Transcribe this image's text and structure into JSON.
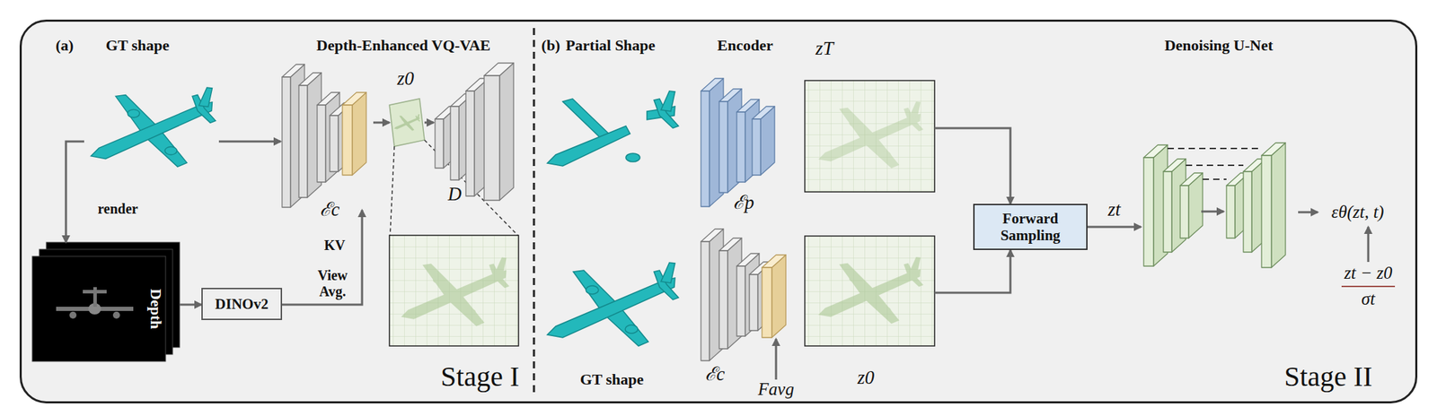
{
  "diagram": {
    "nodes": [
      {
        "text": [
          "GT shape"
        ]
      },
      {
        "text": [
          "ℰc"
        ]
      },
      {
        "text": [
          "z0"
        ]
      },
      {
        "text": [
          "D"
        ]
      },
      {
        "text": [
          "Depth"
        ]
      },
      {
        "text": [
          "DINOv2"
        ]
      },
      {
        "text": [
          "Partial Shape"
        ]
      },
      {
        "text": [
          "Encoder",
          "ℰp"
        ]
      },
      {
        "text": [
          "zT"
        ]
      },
      {
        "text": [
          "GT shape"
        ]
      },
      {
        "text": [
          "ℰc"
        ]
      },
      {
        "text": [
          "z0"
        ]
      },
      {
        "text": [
          "Forward Sampling"
        ]
      },
      {
        "text": [
          "Denoising U-Net"
        ]
      }
    ],
    "edges": [
      {
        "from": 0,
        "to": 1,
        "arrow": "to"
      },
      {
        "from": 0,
        "to": 4,
        "label": "render",
        "arrow": "to"
      },
      {
        "from": 4,
        "to": 5,
        "arrow": "to"
      },
      {
        "from": 5,
        "to": 1,
        "label": "View Avg.",
        "arrow": "to"
      },
      {
        "from": 1,
        "to": 2,
        "arrow": "to"
      },
      {
        "from": 2,
        "to": 3,
        "arrow": "to"
      },
      {
        "from": 8,
        "to": 12,
        "arrow": "to"
      },
      {
        "from": 11,
        "to": 12,
        "arrow": "to"
      },
      {
        "from": 12,
        "to": 13,
        "label": "zt",
        "arrow": "to"
      }
    ],
    "labels": [
      "(a)",
      "Depth-Enhanced VQ-VAE",
      "KV",
      "(b)",
      "Favg",
      "εθ(zt, t)",
      "zt − z0",
      "σt",
      "Stage I",
      "Stage II"
    ]
  }
}
